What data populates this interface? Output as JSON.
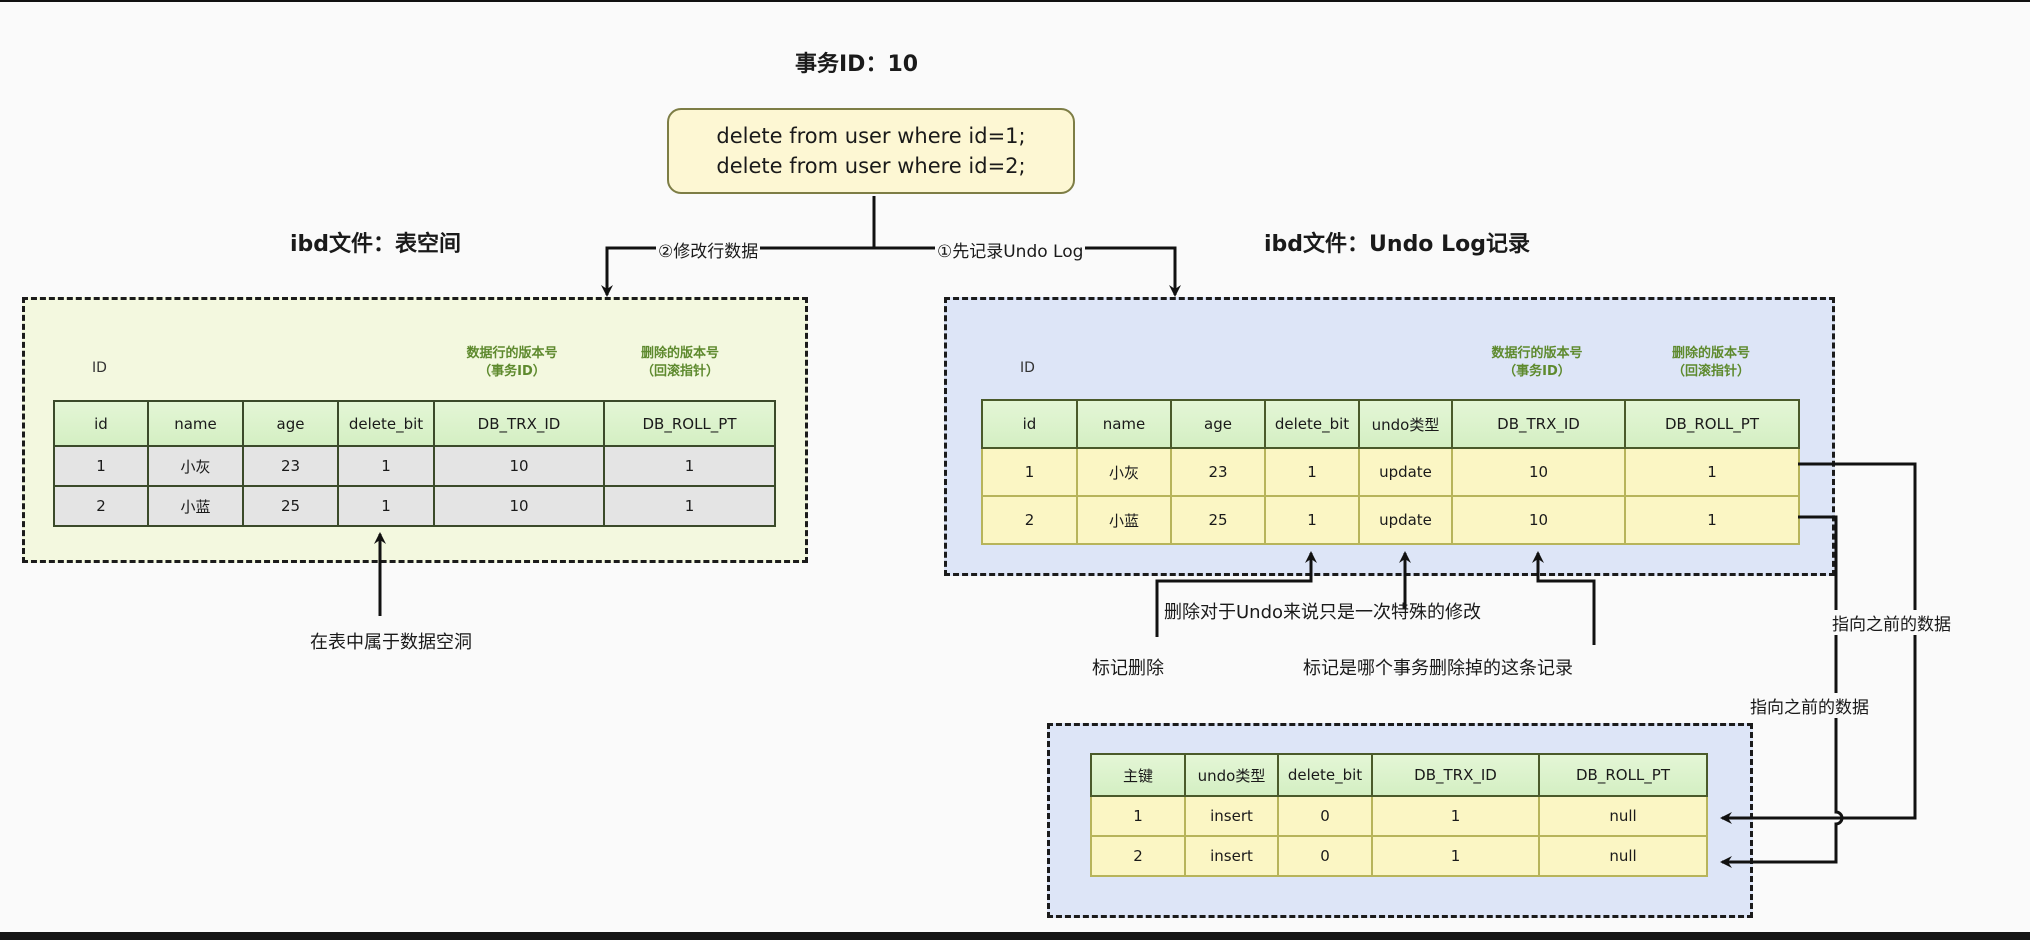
{
  "header": {
    "transaction_title": "事务ID：10",
    "sql_lines": [
      "delete from user where id=1;",
      "delete from user where id=2;"
    ]
  },
  "edges": {
    "modify_row": "②修改行数据",
    "record_undo": "①先记录Undo Log",
    "points_prev_1": "指向之前的数据",
    "points_prev_2": "指向之前的数据"
  },
  "tablespace": {
    "title": "ibd文件：表空间",
    "id_label": "ID",
    "meta_trx": [
      "数据行的版本号",
      "（事务ID）"
    ],
    "meta_roll": [
      "删除的版本号",
      "（回滚指针）"
    ],
    "columns": [
      "id",
      "name",
      "age",
      "delete_bit",
      "DB_TRX_ID",
      "DB_ROLL_PT"
    ],
    "rows": [
      [
        "1",
        "小灰",
        "23",
        "1",
        "10",
        "1"
      ],
      [
        "2",
        "小蓝",
        "25",
        "1",
        "10",
        "1"
      ]
    ],
    "note": "在表中属于数据空洞"
  },
  "undolog": {
    "title": "ibd文件：Undo Log记录",
    "id_label": "ID",
    "meta_trx": [
      "数据行的版本号",
      "（事务ID）"
    ],
    "meta_roll": [
      "删除的版本号",
      "（回滚指针）"
    ],
    "columns": [
      "id",
      "name",
      "age",
      "delete_bit",
      "undo类型",
      "DB_TRX_ID",
      "DB_ROLL_PT"
    ],
    "rows": [
      [
        "1",
        "小灰",
        "23",
        "1",
        "update",
        "10",
        "1"
      ],
      [
        "2",
        "小蓝",
        "25",
        "1",
        "update",
        "10",
        "1"
      ]
    ],
    "notes": {
      "special_modify": "删除对于Undo来说只是一次特殊的修改",
      "mark_delete": "标记删除",
      "mark_trx": "标记是哪个事务删除掉的这条记录"
    }
  },
  "prev_undo": {
    "columns": [
      "主键",
      "undo类型",
      "delete_bit",
      "DB_TRX_ID",
      "DB_ROLL_PT"
    ],
    "rows": [
      [
        "1",
        "insert",
        "0",
        "1",
        "null"
      ],
      [
        "2",
        "insert",
        "0",
        "1",
        "null"
      ]
    ]
  },
  "colors": {
    "tablespace_bg": "#f3f8df",
    "undo_bg": "#dde5f7",
    "header_green": "#d4efc3",
    "row_yellow": "#fbf6c4",
    "row_gray": "#e4e4e4",
    "meta_green": "#5e8a2e",
    "sql_box_bg": "#fdf7d3"
  }
}
